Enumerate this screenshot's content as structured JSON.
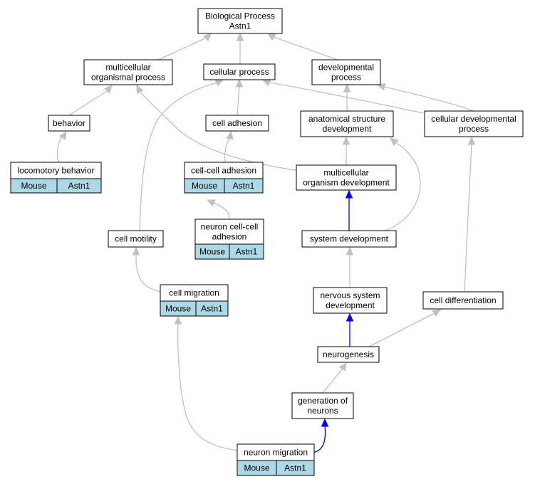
{
  "nodes": {
    "biological_process": {
      "lines": [
        "Biological Process",
        "Astn1"
      ]
    },
    "multicellular_organismal_process": {
      "lines": [
        "multicellular",
        "organismal process"
      ]
    },
    "cellular_process": {
      "lines": [
        "cellular process"
      ]
    },
    "developmental_process": {
      "lines": [
        "developmental",
        "process"
      ]
    },
    "behavior": {
      "lines": [
        "behavior"
      ]
    },
    "cell_adhesion": {
      "lines": [
        "cell adhesion"
      ]
    },
    "anatomical_structure_development": {
      "lines": [
        "anatomical structure",
        "development"
      ]
    },
    "cellular_developmental_process": {
      "lines": [
        "cellular developmental",
        "process"
      ]
    },
    "locomotory_behavior": {
      "lines": [
        "locomotory behavior"
      ],
      "species": "Mouse",
      "gene": "Astn1"
    },
    "cell_cell_adhesion": {
      "lines": [
        "cell-cell adhesion"
      ],
      "species": "Mouse",
      "gene": "Astn1"
    },
    "multicellular_organism_development": {
      "lines": [
        "multicellular",
        "organism development"
      ]
    },
    "neuron_cell_cell_adhesion": {
      "lines": [
        "neuron cell-cell",
        "adhesion"
      ],
      "species": "Mouse",
      "gene": "Astn1"
    },
    "cell_motility": {
      "lines": [
        "cell motility"
      ]
    },
    "system_development": {
      "lines": [
        "system development"
      ]
    },
    "cell_migration": {
      "lines": [
        "cell migration"
      ],
      "species": "Mouse",
      "gene": "Astn1"
    },
    "nervous_system_development": {
      "lines": [
        "nervous system",
        "development"
      ]
    },
    "cell_differentiation": {
      "lines": [
        "cell differentiation"
      ]
    },
    "neurogenesis": {
      "lines": [
        "neurogenesis"
      ]
    },
    "generation_of_neurons": {
      "lines": [
        "generation of",
        "neurons"
      ]
    },
    "neuron_migration": {
      "lines": [
        "neuron migration"
      ],
      "species": "Mouse",
      "gene": "Astn1"
    }
  },
  "colors": {
    "edge_default": "#c0c0c0",
    "edge_highlight": "#0000ff",
    "annotation_fill": "#add8e6"
  }
}
